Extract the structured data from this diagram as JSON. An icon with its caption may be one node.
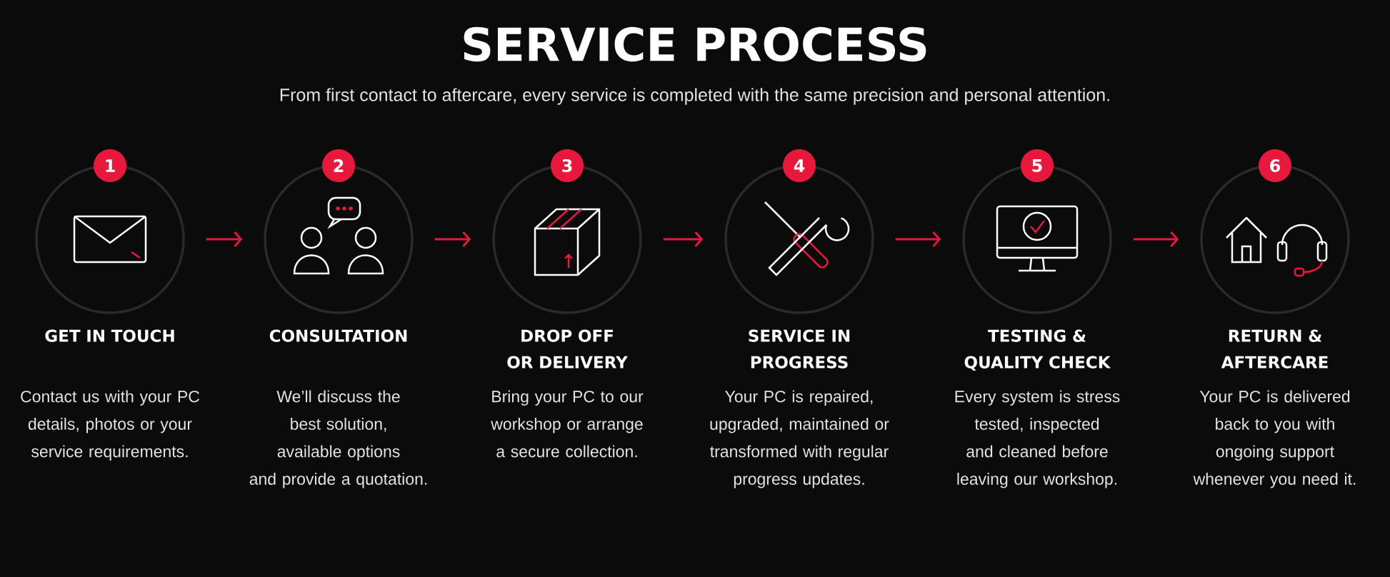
{
  "diagram": {
    "title": "SERVICE PROCESS",
    "caption": "From first contact to aftercare, every service is completed with the same precision and personal attention.",
    "nodes": [
      {
        "text": [
          "1",
          "GET IN TOUCH",
          "Contact us with your PC details, photos or your service requirements."
        ]
      },
      {
        "text": [
          "2",
          "CONSULTATION",
          "We’ll discuss the best solution, available options and provide a quotation."
        ]
      },
      {
        "text": [
          "3",
          "DROP OFF OR DELIVERY",
          "Bring your PC to our workshop or arrange a secure collection."
        ]
      },
      {
        "text": [
          "4",
          "SERVICE IN PROGRESS",
          "Your PC is repaired, upgraded, maintained or transformed with regular progress updates."
        ]
      },
      {
        "text": [
          "5",
          "TESTING & QUALITY CHECK",
          "Every system is stress tested, inspected and cleaned before leaving our workshop."
        ]
      },
      {
        "text": [
          "6",
          "RETURN & AFTERCARE",
          "Your PC is delivered back to you with ongoing support whenever you need it."
        ]
      }
    ],
    "edges": [
      {
        "from": 0,
        "to": 1,
        "arrow": "to"
      },
      {
        "from": 1,
        "to": 2,
        "arrow": "to"
      },
      {
        "from": 2,
        "to": 3,
        "arrow": "to"
      },
      {
        "from": 3,
        "to": 4,
        "arrow": "to"
      },
      {
        "from": 4,
        "to": 5,
        "arrow": "to"
      }
    ]
  }
}
